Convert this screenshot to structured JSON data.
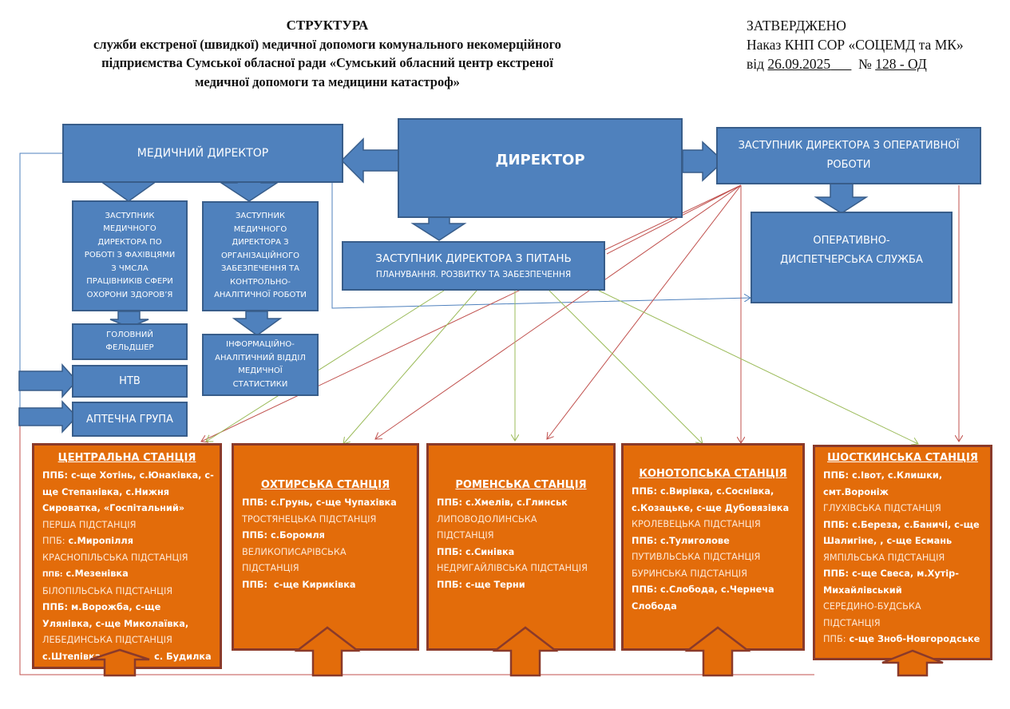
{
  "header": {
    "title": "СТРУКТУРА",
    "subtitle_lines": [
      "служби екстреної (швидкої) медичної допомоги комунального некомерційного",
      "підприємства Сумської обласної ради «Сумський обласний центр екстреної",
      "медичної допомоги та медицини катастроф»"
    ]
  },
  "approval": {
    "label": "ЗАТВЕРДЖЕНО",
    "order": "Наказ КНП СОР «СОЦЕМД та МК»",
    "date_prefix": "від ",
    "date": "26.09.2025",
    "number_prefix": "№ ",
    "number": "128 - ОД"
  },
  "management": {
    "director": "ДИРЕКТОР",
    "medical_director": "МЕДИЧНИЙ ДИРЕКТОР",
    "deputy_operational": [
      "ЗАСТУПНИК ДИРЕКТОРА З ОПЕРАТИВНОЇ",
      "РОБОТИ"
    ],
    "deputy_planning": {
      "title": "ЗАСТУПНИК ДИРЕКТОРА З ПИТАНЬ",
      "subtitle": "ПЛАНУВАННЯ. РОЗВИТКУ ТА ЗАБЕЗПЕЧЕННЯ"
    },
    "dispatch_service": [
      "ОПЕРАТИВНО-",
      "ДИСПЕТЧЕРСЬКА СЛУЖБА"
    ],
    "deputy_med_staff": [
      "ЗАСТУПНИК",
      "МЕДИЧНОГО",
      "ДИРЕКТОРА ПО",
      "РОБОТІ З ФАХІВЦЯМИ",
      "З  ЧМСЛА",
      "ПРАЦІВНИКІВ СФЕРИ",
      "ОХОРОНИ ЗДОРОВ’Я"
    ],
    "deputy_med_org": [
      "ЗАСТУПНИК",
      "МЕДИЧНОГО",
      "ДИРЕКТОРА З",
      "ОРГАНІЗАЦІЙНОГО",
      "ЗАБЕЗПЕЧЕННЯ ТА",
      "КОНТРОЛЬНО-",
      "АНАЛІТИЧНОЇ РОБОТИ"
    ],
    "chief_paramedic": [
      "ГОЛОВНИЙ",
      "ФЕЛЬДШЕР"
    ],
    "info_dept": [
      "ІНФОРМАЦІЙНО-",
      "АНАЛІТИЧНИЙ ВІДДІЛ",
      "МЕДИЧНОЇ",
      "СТАТИСТИКИ"
    ],
    "ntv": "НТВ",
    "pharmacy": "АПТЕЧНА ГРУПА"
  },
  "colors": {
    "blue_fill": "#4f81bd",
    "blue_border": "#385d8a",
    "orange_fill": "#e36c0a",
    "orange_border": "#8a3a2a",
    "red_link": "#c0504d",
    "green_link": "#9bbb59",
    "blue_link": "#4f81bd"
  },
  "stations": [
    {
      "title": "ЦЕНТРАЛЬНА СТАНЦІЯ",
      "lines": [
        {
          "text": "ППБ: с-ще Хотінь, с.Юнаківка, с-",
          "style": "b"
        },
        {
          "text": "ще Степанівка, с.Нижня",
          "style": "b"
        },
        {
          "text": "Сироватка, «Госпітальний»",
          "style": "b"
        },
        {
          "text": "ПЕРША ПІДСТАНЦІЯ",
          "style": "lt"
        },
        {
          "text": "ППБ: с.Миропілля",
          "style": "mixed"
        },
        {
          "text": "КРАСНОПІЛЬСЬКА ПІДСТАНЦІЯ",
          "style": "lt"
        },
        {
          "text": "ППБ: с.Мезенівка",
          "style": "mixed-sm"
        },
        {
          "text": "БІЛОПІЛЬСЬКА ПІДСТАНЦІЯ",
          "style": "lt"
        },
        {
          "text": "ППБ: м.Ворожба, с-ще",
          "style": "b"
        },
        {
          "text": "Улянівка, с-ще Миколаївка,",
          "style": "b"
        },
        {
          "text": "ЛЕБЕДИНСЬКА ПІДСТАНЦІЯ",
          "style": "lt"
        },
        {
          "text": "с.Штепівка                 с. Будилка",
          "style": "b"
        }
      ]
    },
    {
      "title": "ОХТИРСЬКА СТАНЦІЯ",
      "lines": [
        {
          "text": "ППБ: с.Грунь, с-ще Чупахівка",
          "style": "b"
        },
        {
          "text": "ТРОСТЯНЕЦЬКА ПІДСТАНЦІЯ",
          "style": "lt"
        },
        {
          "text": "ППБ: с.Боромля",
          "style": "b"
        },
        {
          "text": "ВЕЛИКОПИСАРІВСЬКА",
          "style": "lt"
        },
        {
          "text": "ПІДСТАНЦІЯ",
          "style": "lt"
        },
        {
          "text": "ППБ:  с-ще Кириківка",
          "style": "b"
        }
      ]
    },
    {
      "title": "РОМЕНСЬКА СТАНЦІЯ",
      "lines": [
        {
          "text": "ППБ: с.Хмелів, с.Глинськ",
          "style": "b"
        },
        {
          "text": "ЛИПОВОДОЛИНСЬКА",
          "style": "lt"
        },
        {
          "text": "ПІДСТАНЦІЯ",
          "style": "lt"
        },
        {
          "text": "ППБ: с.Синівка",
          "style": "b"
        },
        {
          "text": "НЕДРИГАЙЛІВСЬКА ПІДСТАНЦІЯ",
          "style": "lt"
        },
        {
          "text": "ППБ: с-ще Терни",
          "style": "b"
        }
      ]
    },
    {
      "title": "КОНОТОПСЬКА СТАНЦІЯ",
      "lines": [
        {
          "text": "ППБ: с.Вирівка, с.Соснівка,",
          "style": "b"
        },
        {
          "text": "с.Козацьке, с-ще Дубовязівка",
          "style": "b"
        },
        {
          "text": "КРОЛЕВЕЦЬКА ПІДСТАНЦІЯ",
          "style": "lt"
        },
        {
          "text": "ППБ: с.Тулиголове",
          "style": "b"
        },
        {
          "text": "ПУТИВЛЬСЬКА ПІДСТАНЦІЯ",
          "style": "lt"
        },
        {
          "text": "БУРИНСЬКА ПІДСТАНЦІЯ",
          "style": "lt"
        },
        {
          "text": "ППБ: с.Слобода, с.Чернеча",
          "style": "b"
        },
        {
          "text": "Слобода",
          "style": "b"
        }
      ]
    },
    {
      "title": "ШОСТКИНСЬКА СТАНЦІЯ",
      "lines": [
        {
          "text": "ППБ: с.Івот, с.Клишки,",
          "style": "b"
        },
        {
          "text": "смт.Вороніж",
          "style": "b"
        },
        {
          "text": "ГЛУХІВСЬКА ПІДСТАНЦІЯ",
          "style": "lt"
        },
        {
          "text": "ППБ: с.Береза, с.Баничі, с-ще",
          "style": "b"
        },
        {
          "text": "Шалигіне, , с-ще Есмань",
          "style": "b"
        },
        {
          "text": "ЯМПІЛЬСЬКА ПІДСТАНЦІЯ",
          "style": "lt"
        },
        {
          "text": "ППБ: с-ще Свеса, м.Хутір-",
          "style": "b"
        },
        {
          "text": "Михайлівський",
          "style": "b"
        },
        {
          "text": "СЕРЕДИНО-БУДСЬКА",
          "style": "lt"
        },
        {
          "text": "ПІДСТАНЦІЯ",
          "style": "lt"
        },
        {
          "text": "ППБ: с-ще Зноб-Новгородське",
          "style": "mixed"
        }
      ]
    }
  ]
}
